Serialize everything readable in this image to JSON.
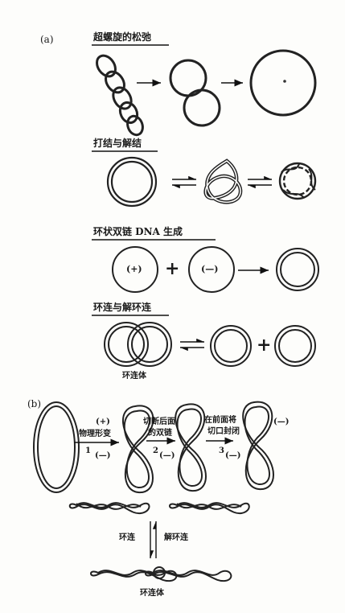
{
  "panel_labels": {
    "a": "(a)",
    "b": "(b)"
  },
  "sections": {
    "supercoil": {
      "title": "超螺旋的松弛"
    },
    "knot": {
      "title": "打结与解结"
    },
    "dsdna": {
      "title": "环状双链 DNA 生成",
      "plus": "(+)",
      "minus": "(—)",
      "plus_sign": "+"
    },
    "catenane": {
      "title": "环连与解环连",
      "product": "环连体",
      "plus_sign": "+"
    }
  },
  "panel_b": {
    "step1": {
      "num": "1",
      "sign_top": "(+)",
      "text": "物理形变",
      "sign_bottom": "(—)"
    },
    "step2": {
      "num": "2",
      "text_line1": "切断后面",
      "text_line2": "的双链",
      "sign": "(—)"
    },
    "step3": {
      "num": "3",
      "text_line1": "在前面将",
      "text_line2": "切口封闭",
      "sign_top": "(—)",
      "sign_bottom": "(—)"
    },
    "catenate_label": "环连",
    "decatenate_label": "解环连",
    "product_label": "环连体"
  }
}
